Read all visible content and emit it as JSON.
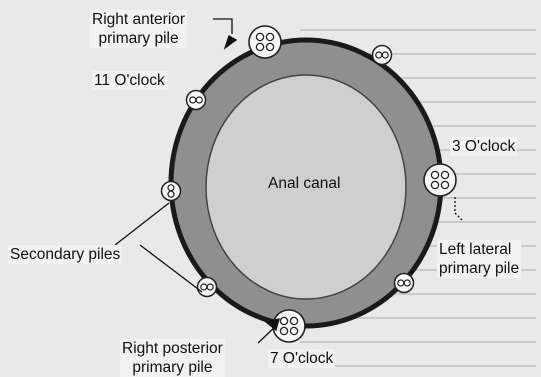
{
  "labels": {
    "right_anterior": [
      "Right anterior",
      "primary pile"
    ],
    "eleven_oclock": "11 O'clock",
    "three_oclock": "3 O'clock",
    "anal_canal": "Anal canal",
    "secondary_piles": "Secondary piles",
    "left_lateral": [
      "Left lateral",
      "primary pile"
    ],
    "right_posterior": [
      "Right posterior",
      "primary pile"
    ],
    "seven_oclock": "7 O'clock"
  },
  "colors": {
    "background": "#e9e9e9",
    "ring_fill": "#8f8f8f",
    "ring_outline": "#1a1a1a",
    "canal_fill": "#cfcfcf",
    "pile_fill": "#f7f7f7",
    "text": "#111111"
  }
}
